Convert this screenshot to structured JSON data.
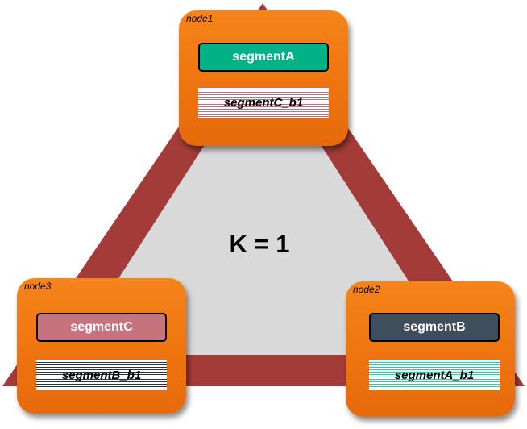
{
  "diagram": {
    "center_label": "K = 1",
    "colors": {
      "triangle_border": "#a33b39",
      "triangle_fill": "#d9d9d9",
      "node_fill": "#ef7410"
    },
    "nodes": [
      {
        "label": "node1",
        "primary": {
          "label": "segmentA",
          "color": "#00b386"
        },
        "backup": {
          "label": "segmentC_b1",
          "stripe_color": "#c06e77"
        }
      },
      {
        "label": "node2",
        "primary": {
          "label": "segmentB",
          "color": "#3f4e5c"
        },
        "backup": {
          "label": "segmentA_b1",
          "stripe_color": "#2ecc9a"
        }
      },
      {
        "label": "node3",
        "primary": {
          "label": "segmentC",
          "color": "#c7737d"
        },
        "backup": {
          "label": "segmentB_b1",
          "stripe_color": "#2a3440"
        }
      }
    ]
  }
}
